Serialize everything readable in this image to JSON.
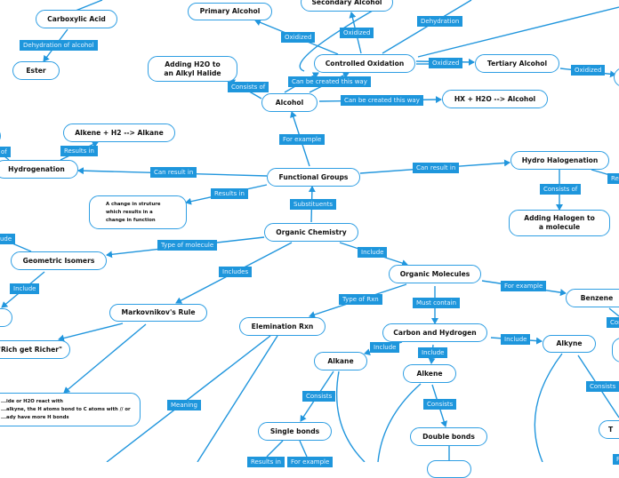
{
  "colors": {
    "node_border": "#2e9ee3",
    "link": "#2196dd",
    "label_bg": "#1e96dc"
  },
  "nodes": {
    "carboxylic_acid": "Carboxylic Acid",
    "ester": "Ester",
    "primary_alcohol": "Primary Alcohol",
    "secondary_alcohol": "Secondary Alcohol",
    "adding_h2o": "Adding H2O to\nan Alkyl Halide",
    "controlled_oxidation": "Controlled Oxidation",
    "tertiary_alcohol": "Tertiary Alcohol",
    "alcohol": "Alcohol",
    "hx_h2o": "HX + H2O --> Alcohol",
    "alkene_h2": "Alkene + H2 --> Alkane",
    "hydrogenation": "Hydrogenation",
    "functional_groups": "Functional Groups",
    "hydro_halogenation": "Hydro Halogenation",
    "change_structure": "A change in struture\nwhich results in a\nchange in function",
    "organic_chemistry": "Organic Chemistry",
    "adding_halogen": "Adding Halogen to\na molecule",
    "geometric_isomers": "Geometric Isomers",
    "markovnikov": "Markovnikov's Rule",
    "rich_get_richer": "\"Rich get Richer\"",
    "markovnikov_meaning": "...ide or H2O react with\n...alkyne, the H atoms bond to C atoms with // or\n...ady have more H bonds",
    "elimination_rxn": "Elemination Rxn",
    "organic_molecules": "Organic Molecules",
    "benzene": "Benzene",
    "carbon_hydrogen": "Carbon and Hydrogen",
    "alkane": "Alkane",
    "alkene": "Alkene",
    "alkyne": "Alkyne",
    "single_bonds": "Single bonds",
    "double_bonds": "Double bonds",
    "triple_partial": "T"
  },
  "labels": {
    "dehydration_of_alcohol": "Dehydration of alcohol",
    "oxidized_1": "Oxidized",
    "oxidized_2": "Oxidized",
    "dehydration": "Dehydration",
    "oxidized_3": "Oxidized",
    "oxidized_4": "Oxidized",
    "consists_of_1": "Consists of",
    "can_be_created_1": "Can be created this way",
    "can_be_created_2": "Can be created this way",
    "for_example_1": "For example",
    "results_in_1": "Results in",
    "of_partial": "of",
    "can_result_in_1": "Can result in",
    "can_result_in_2": "Can result in",
    "results_in_2": "Results in",
    "substituents": "Substituents",
    "consists_of_2": "Consists of",
    "res_partial": "Res",
    "ude_partial": "ude",
    "type_of_molecule": "Type of molecule",
    "include_1": "Include",
    "includes": "Includes",
    "include_2": "Include",
    "for_example_2": "For example",
    "type_of_rxn": "Type of Rxn",
    "must_contain": "Must contain",
    "con_partial": "Con",
    "include_3": "Include",
    "include_4": "Include",
    "include_5": "Include",
    "consists_1": "Consists",
    "consists_2": "Consists",
    "consists_3": "Consists",
    "meaning": "Meaning",
    "results_in_3": "Results in",
    "for_example_3": "For example",
    "r_partial": "R"
  }
}
